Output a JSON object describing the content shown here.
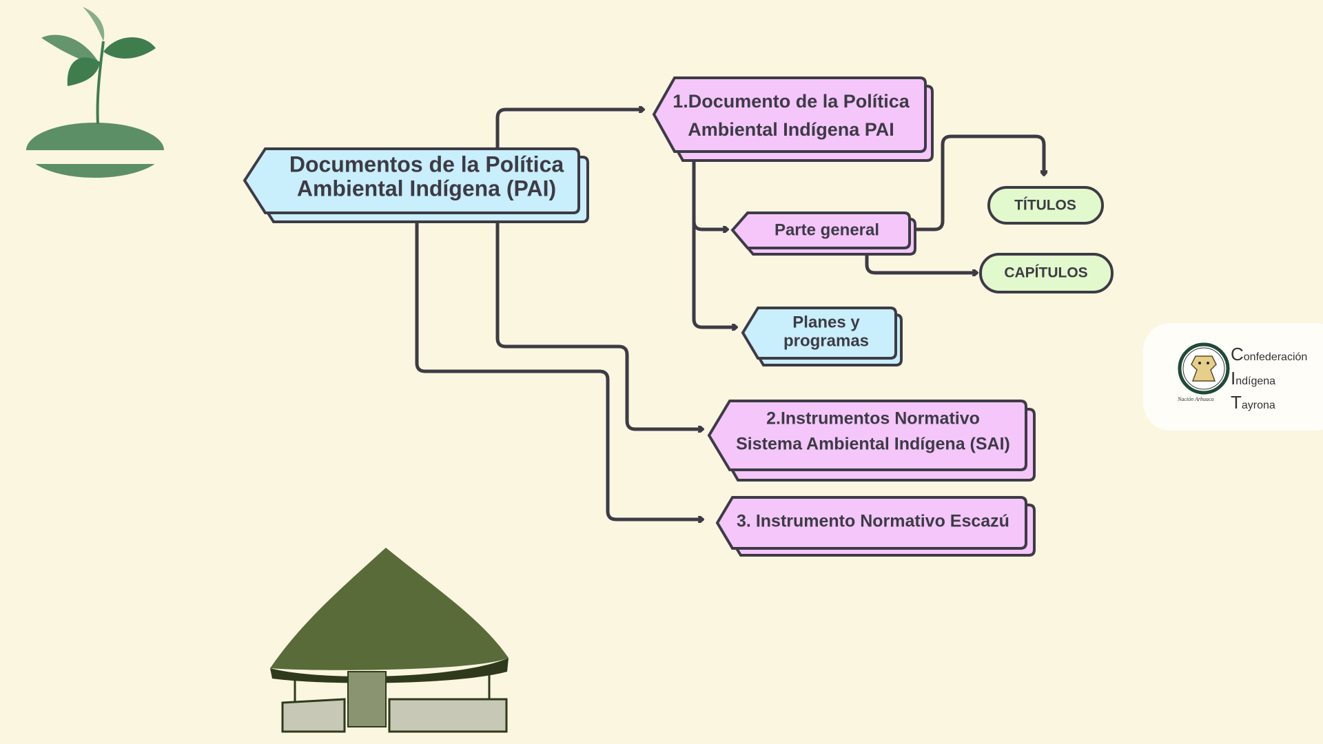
{
  "colors": {
    "background": "#fbf6e0",
    "blue": "#c9eefc",
    "pink": "#f4c6fa",
    "green": "#e1f9cc",
    "stroke": "#3d3b45"
  },
  "root": {
    "line1": "Documentos de la Política",
    "line2": "Ambiental Indígena (PAI)"
  },
  "node1": {
    "line1": "1.Documento de la Política",
    "line2": "Ambiental Indígena PAI"
  },
  "parte_general": {
    "label": "Parte general"
  },
  "planes": {
    "line1": "Planes y",
    "line2": "programas"
  },
  "titulos": {
    "label": "TÍTULOS"
  },
  "capitulos": {
    "label": "CAPÍTULOS"
  },
  "node2": {
    "line1": "2.Instrumentos Normativo",
    "line2": "Sistema Ambiental Indígena (SAI)"
  },
  "node3": {
    "label": "3. Instrumento Normativo Escazú"
  },
  "logo": {
    "initial1": "C",
    "rest1": "onfederación",
    "initial2": "I",
    "rest2": "ndígena",
    "initial3": "T",
    "rest3": "ayrona",
    "caption": "Nación Arhuaca"
  }
}
